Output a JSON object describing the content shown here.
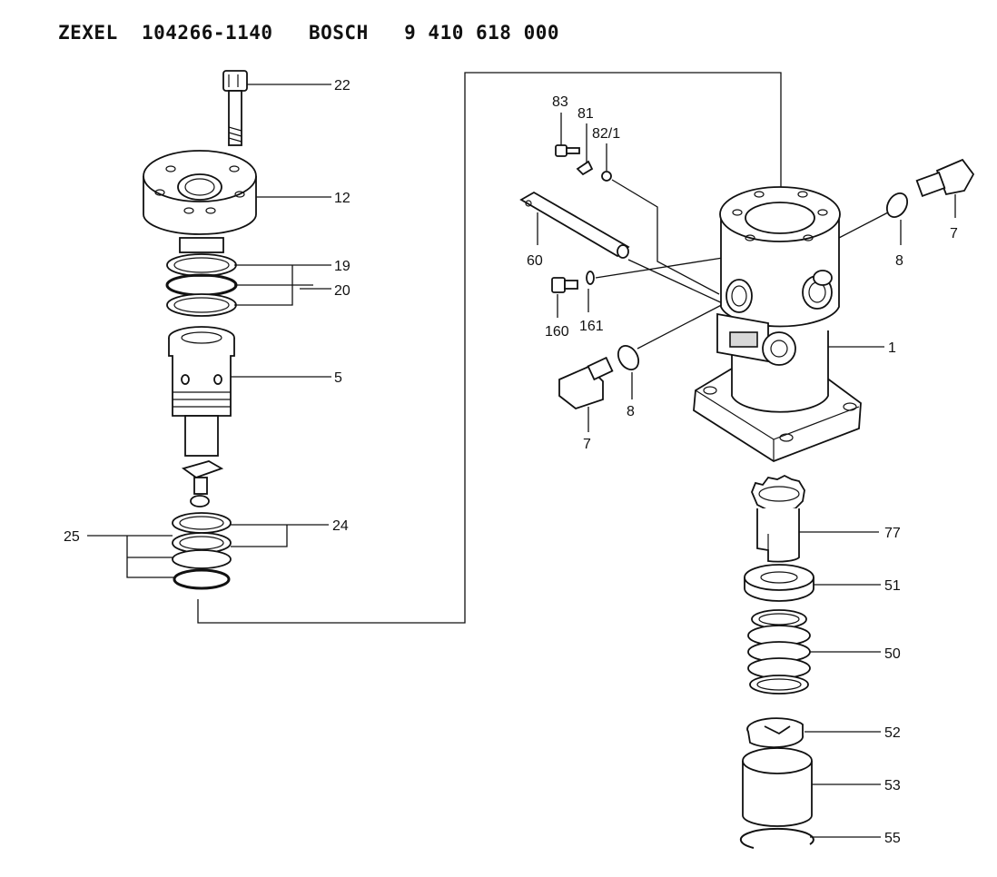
{
  "header": {
    "title": "ZEXEL  104266-1140   BOSCH   9 410 618 000"
  },
  "labels": {
    "p22": "22",
    "p12": "12",
    "p19": "19",
    "p20": "20",
    "p5": "5",
    "p24": "24",
    "p25": "25",
    "p83": "83",
    "p81": "81",
    "p82_1": "82/1",
    "p60": "60",
    "p160": "160",
    "p161": "161",
    "p8a": "8",
    "p7a": "7",
    "p8b": "8",
    "p7b": "7",
    "p1": "1",
    "p77": "77",
    "p51": "51",
    "p50": "50",
    "p52": "52",
    "p53": "53",
    "p55": "55"
  }
}
